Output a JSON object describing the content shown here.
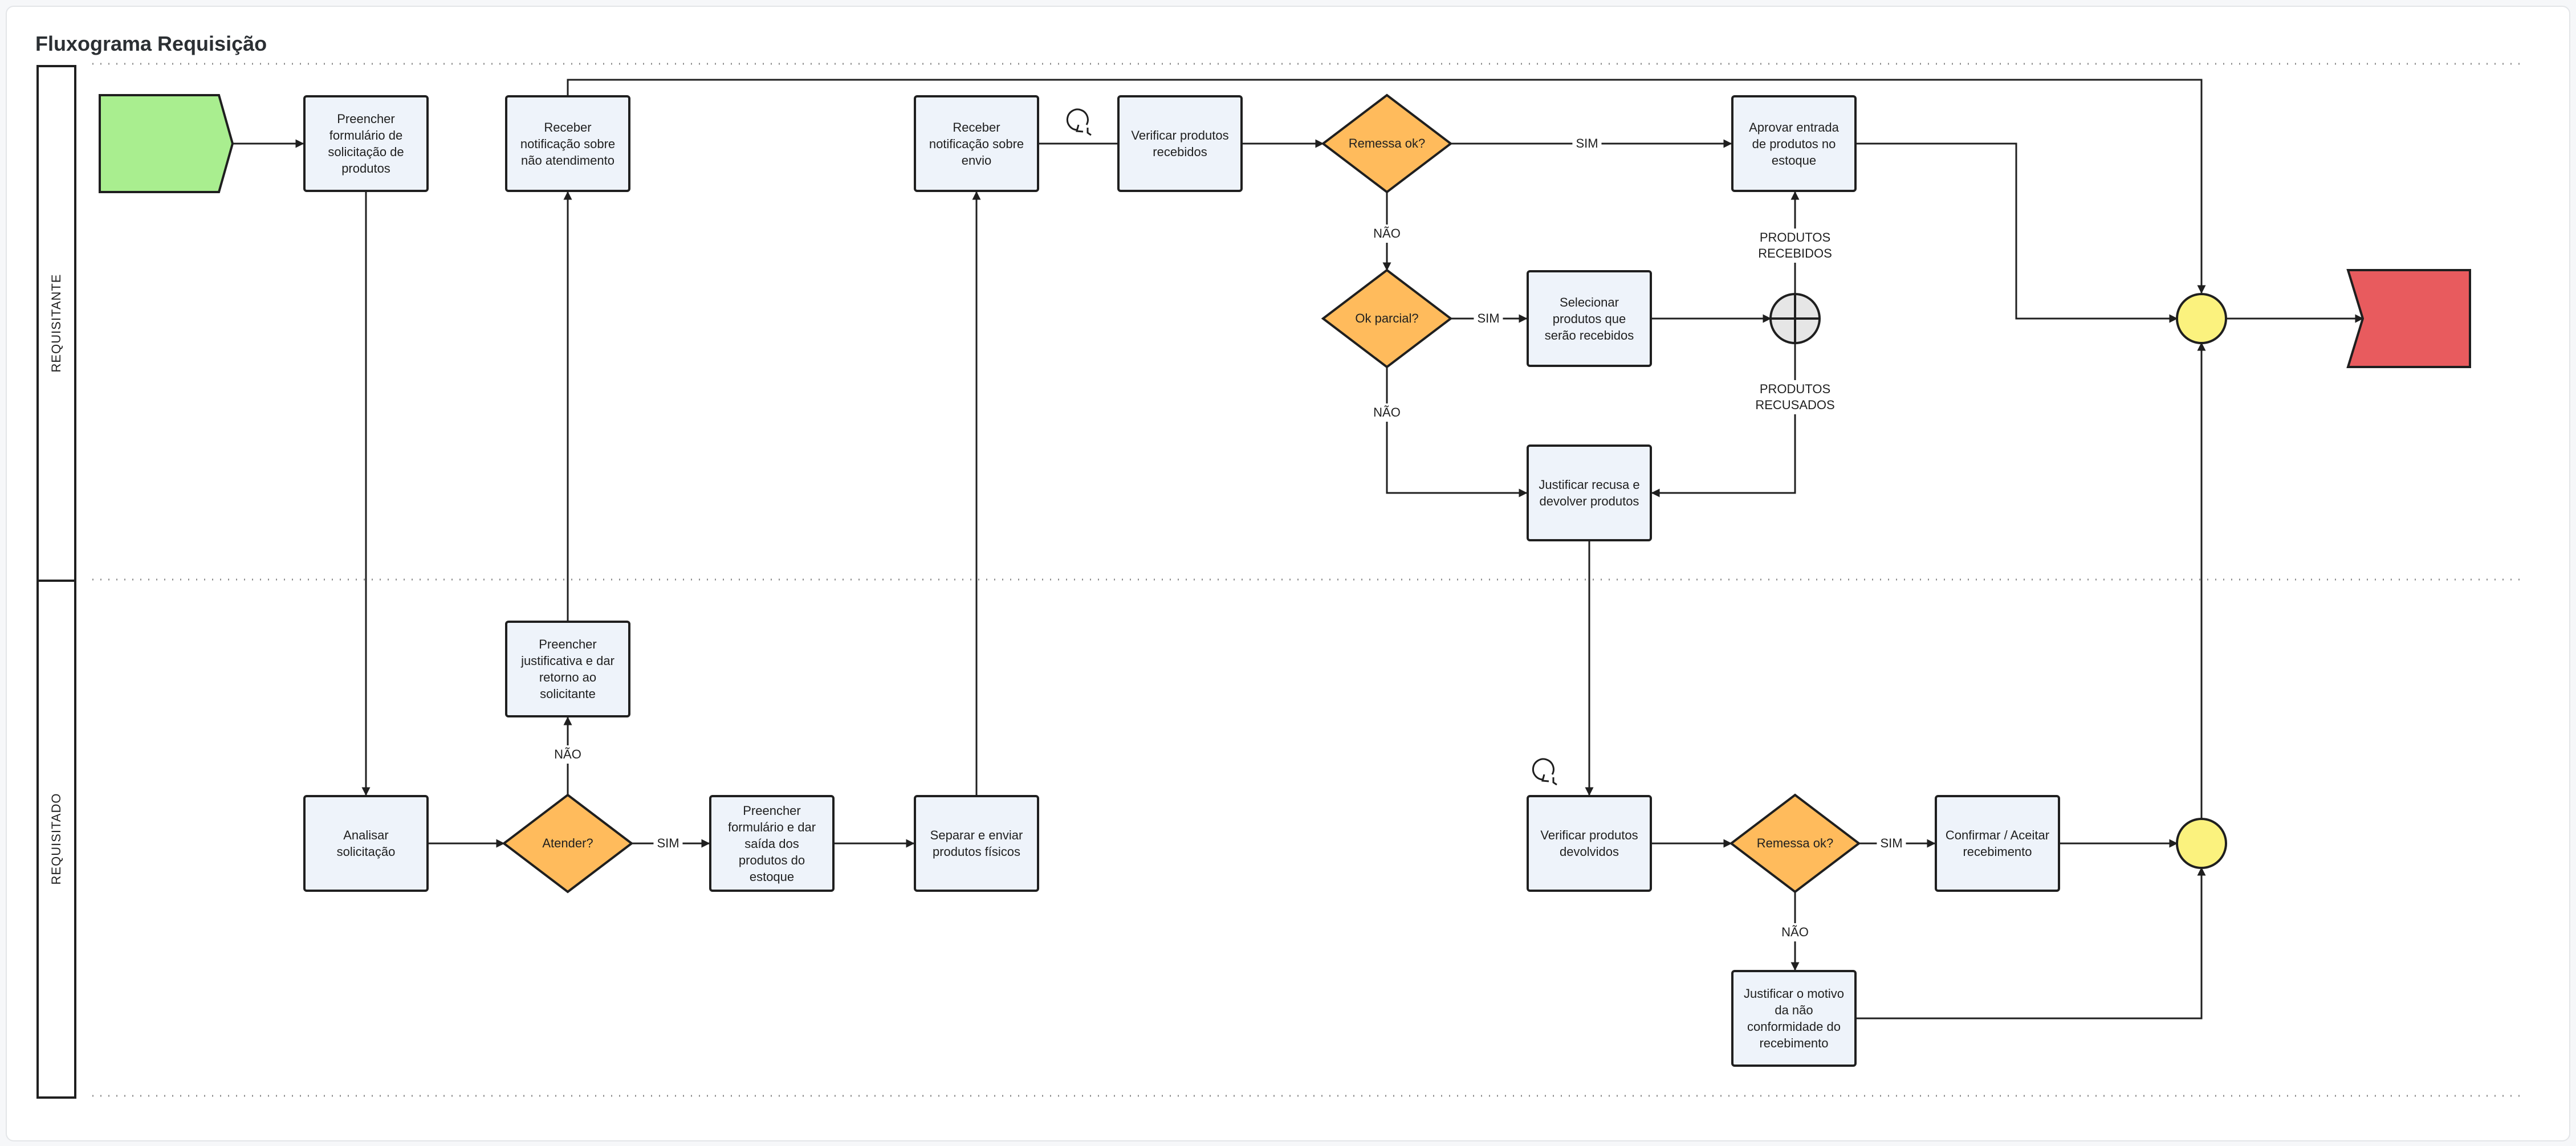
{
  "title": "Fluxograma Requisição",
  "lanes": {
    "requisitante": "REQUISITANTE",
    "requisitado": "REQUISITADO"
  },
  "colors": {
    "start": "#a9ee8f",
    "end": "#e85b5e",
    "decision": "#ffbb5c",
    "merge": "#fbf27e",
    "task_fill": "#eef3fa",
    "gateway": "#e6e6e6",
    "stroke": "#1f1f1f"
  },
  "tasks": {
    "preencher_formulario": "Preencher formulário de solicitação de produtos",
    "receber_nao_atendimento": "Receber notificação sobre não atendimento",
    "receber_envio": "Receber notificação sobre envio",
    "verificar_recebidos": "Verificar produtos recebidos",
    "aprovar_entrada": "Aprovar entrada de produtos no estoque",
    "selecionar_produtos": "Selecionar produtos que serão recebidos",
    "justificar_recusa": "Justificar recusa e devolver produtos",
    "preencher_justificativa": "Preencher justificativa e dar retorno ao solicitante",
    "analisar_solicitacao": "Analisar solicitação",
    "preencher_saida": "Preencher formulário e dar saída dos produtos do estoque",
    "separar_enviar": "Separar e enviar produtos físicos",
    "verificar_devolvidos": "Verificar produtos devolvidos",
    "confirmar_recebimento": "Confirmar / Aceitar recebimento",
    "justificar_motivo": "Justificar o motivo da não conformidade do recebimento"
  },
  "decisions": {
    "remessa_ok_1": "Remessa ok?",
    "ok_parcial": "Ok parcial?",
    "atender": "Atender?",
    "remessa_ok_2": "Remessa ok?"
  },
  "edge_labels": {
    "sim_remessa_1": "SIM",
    "nao_remessa_1": "NÃO",
    "sim_parcial": "SIM",
    "nao_parcial": "NÃO",
    "produtos_recebidos": "PRODUTOS RECEBIDOS",
    "produtos_recusados": "PRODUTOS RECUSADOS",
    "nao_atender": "NÃO",
    "sim_atender": "SIM",
    "nao_remessa_2": "NÃO",
    "sim_remessa_2": "SIM"
  },
  "icons": {
    "timer_top": "timer-icon",
    "timer_bottom": "timer-icon"
  }
}
